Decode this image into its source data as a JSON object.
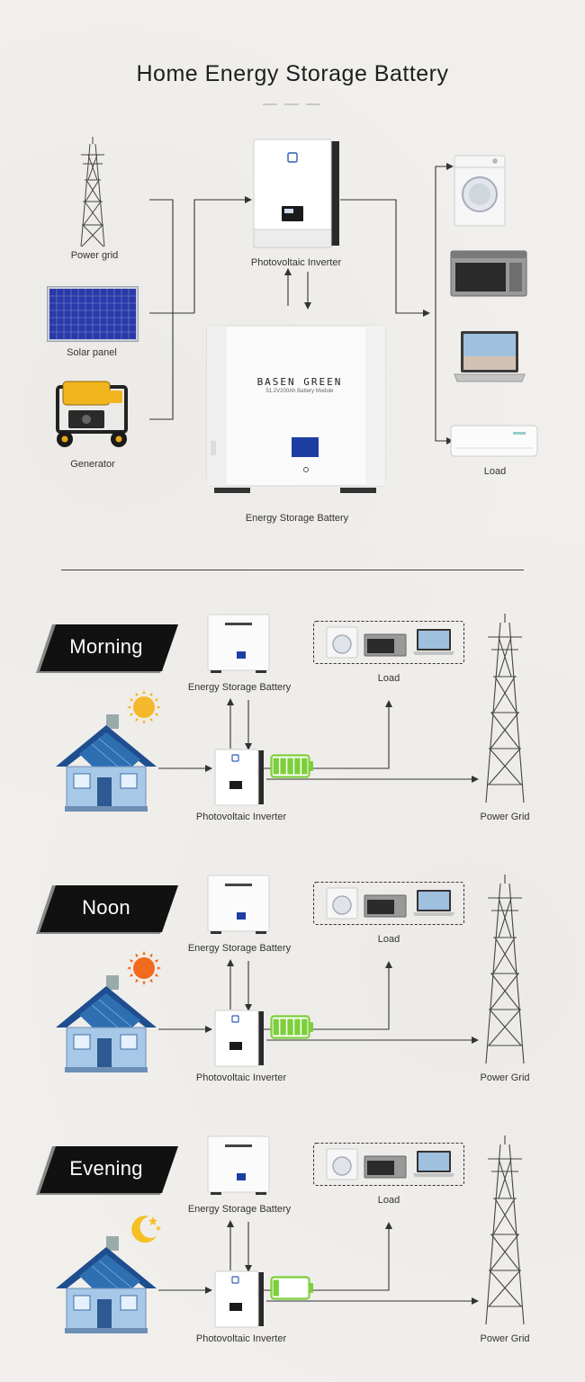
{
  "title": "Home Energy Storage Battery",
  "overview": {
    "sources": [
      {
        "label": "Power grid",
        "icon": "power-tower-icon"
      },
      {
        "label": "Solar panel",
        "icon": "solar-panel-icon"
      },
      {
        "label": "Generator",
        "icon": "generator-icon"
      }
    ],
    "inverter_label": "Photovoltaic Inverter",
    "battery_label": "Energy Storage Battery",
    "battery_brand": "BASEN GREEN",
    "battery_model": "51.2V200Ah Battery Module",
    "load_label": "Load",
    "loads": [
      "washing-machine-icon",
      "microwave-icon",
      "laptop-icon",
      "air-conditioner-icon"
    ]
  },
  "scenarios": [
    {
      "name": "Morning",
      "sky_icon": "sun-icon",
      "sun_color": "#f5b82a",
      "battery_level": 0.9,
      "battery_label": "Energy Storage Battery",
      "load_label": "Load",
      "inverter_label": "Photovoltaic Inverter",
      "grid_label": "Power Grid"
    },
    {
      "name": "Noon",
      "sky_icon": "sun-icon",
      "sun_color": "#f26a1f",
      "battery_level": 1.0,
      "battery_label": "Energy Storage Battery",
      "load_label": "Load",
      "inverter_label": "Photovoltaic Inverter",
      "grid_label": "Power Grid"
    },
    {
      "name": "Evening",
      "sky_icon": "moon-icon",
      "sun_color": "#f5c026",
      "battery_level": 0.15,
      "battery_label": "Energy Storage Battery",
      "load_label": "Load",
      "inverter_label": "Photovoltaic Inverter",
      "grid_label": "Power Grid"
    }
  ],
  "colors": {
    "battery_green": "#7ccf3a",
    "badge_bg": "#111111",
    "house_roof": "#2e6fb2",
    "house_wall": "#a8c8e8"
  }
}
